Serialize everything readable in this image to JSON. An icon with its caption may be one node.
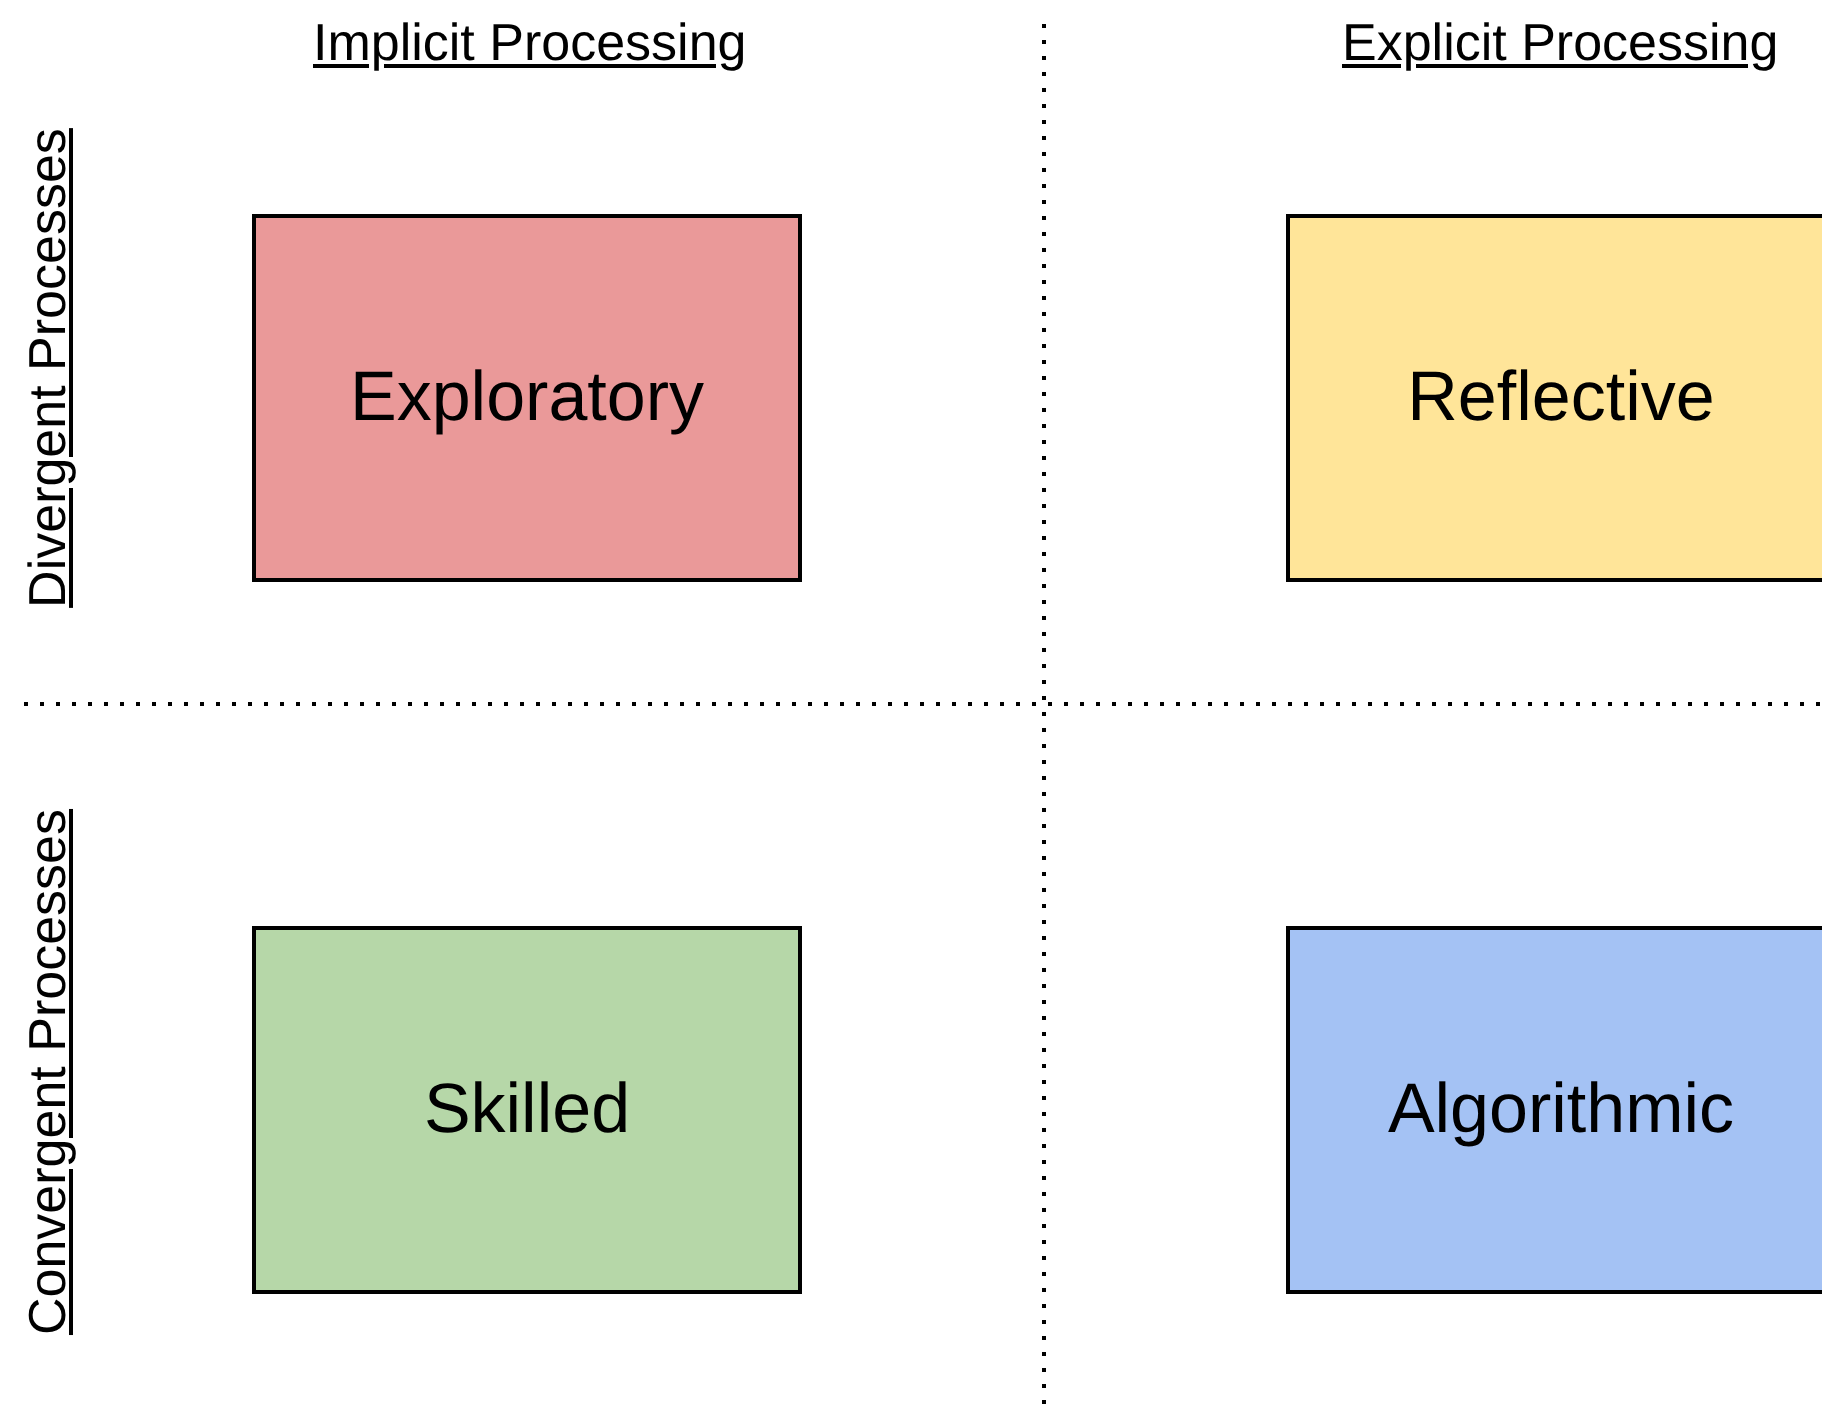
{
  "diagram": {
    "nodes": [
      {
        "text": [
          "Exploratory"
        ]
      },
      {
        "text": [
          "Reflective"
        ]
      },
      {
        "text": [
          "Skilled"
        ]
      },
      {
        "text": [
          "Algorithmic"
        ]
      }
    ],
    "labels": [
      "Implicit Processing",
      "Explicit Processing",
      "Divergent Processes",
      "Convergent Processes"
    ]
  }
}
